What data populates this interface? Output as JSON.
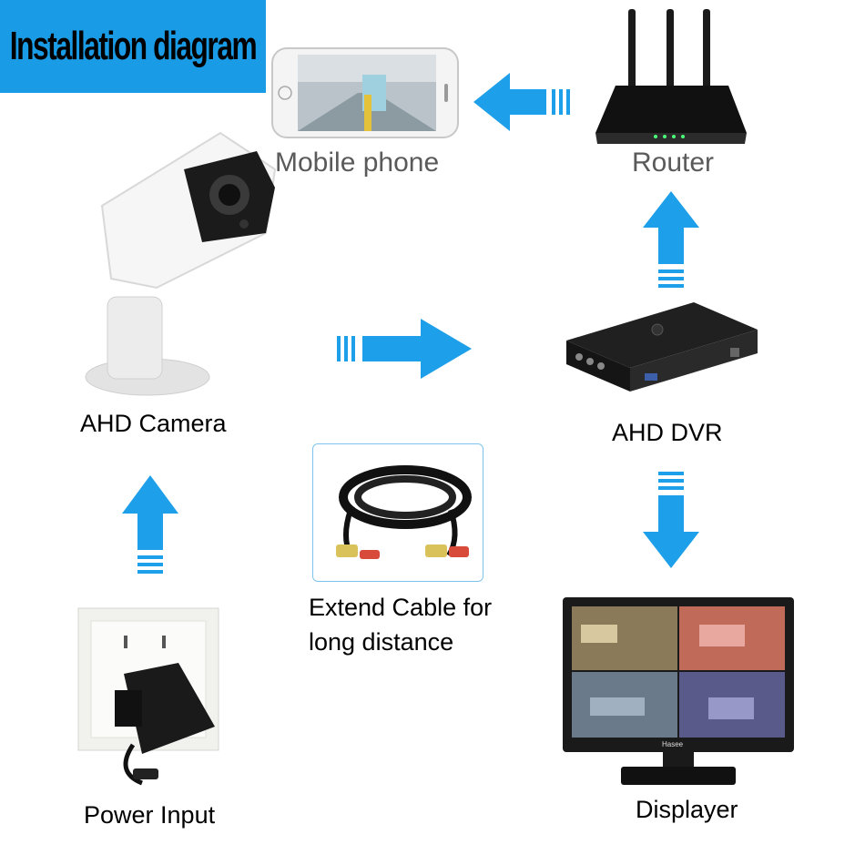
{
  "title": "Installation diagram",
  "labels": {
    "mobile_phone": "Mobile phone",
    "router": "Router",
    "ahd_camera": "AHD Camera",
    "ahd_dvr": "AHD DVR",
    "extend_cable_line1": "Extend Cable for",
    "extend_cable_line2": "long distance",
    "power_input": "Power Input",
    "displayer": "Displayer"
  },
  "monitor_brand": "Hasee",
  "colors": {
    "accent_blue": "#1a9be6",
    "arrow_blue": "#1e9fea",
    "label_gray": "#5a5a5a"
  },
  "icons": [
    "mobile-phone-icon",
    "router-icon",
    "camera-icon",
    "dvr-icon",
    "cable-icon",
    "power-adapter-icon",
    "monitor-icon",
    "arrow-left-icon",
    "arrow-up-icon",
    "arrow-right-icon",
    "arrow-down-icon"
  ]
}
